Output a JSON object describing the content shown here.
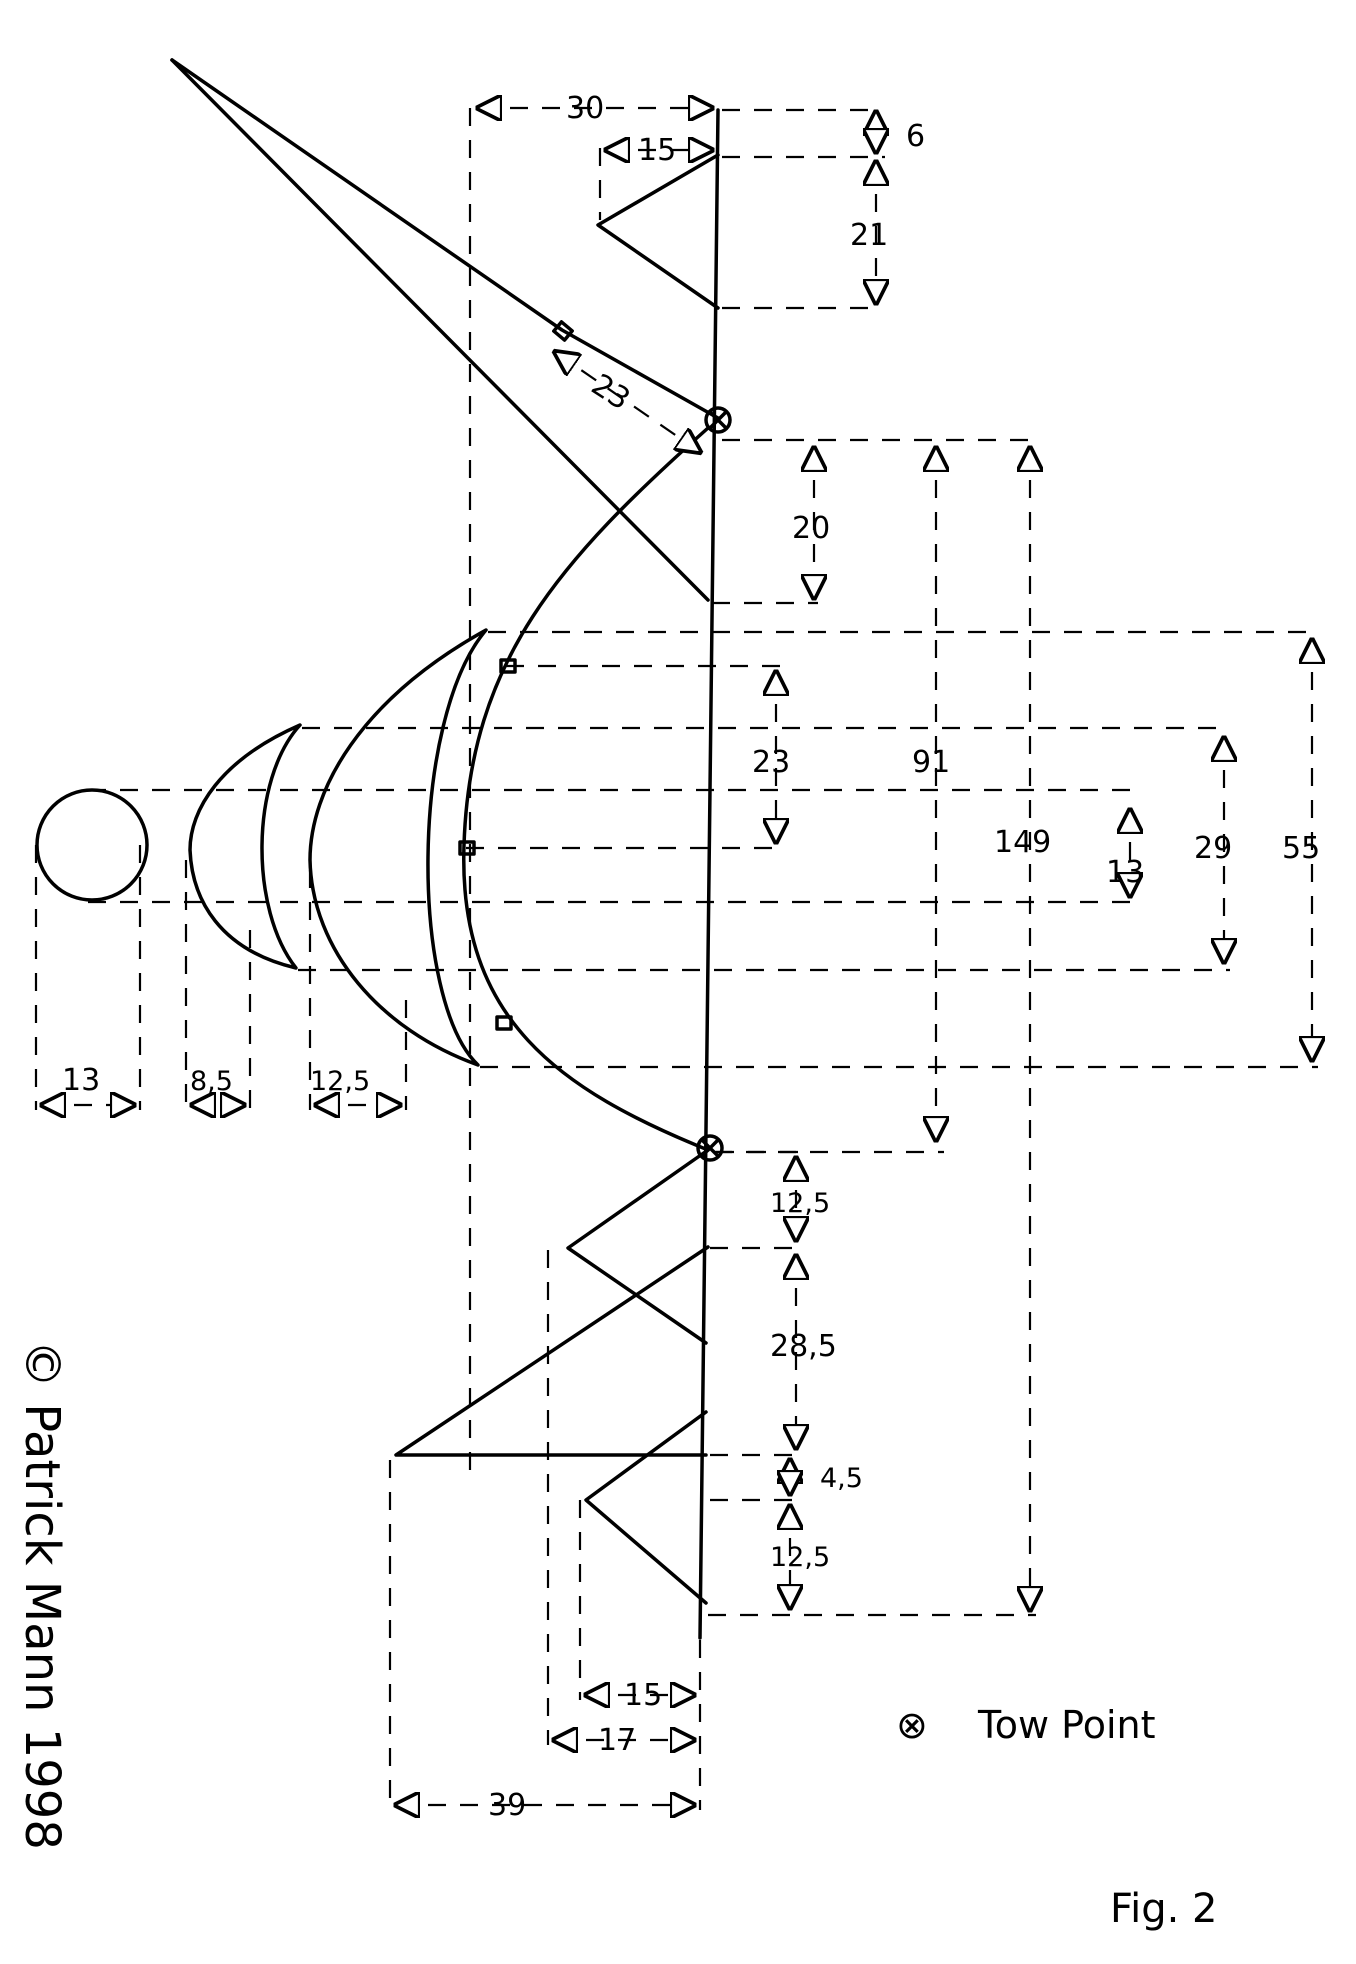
{
  "dimensions": {
    "top_overall_width": "30",
    "top_wing_width": "15",
    "top_gap": "6",
    "top_wing_height": "21",
    "diagonal": "23",
    "below_tow_1": "20",
    "spine_91": "91",
    "spine_149": "149",
    "arc_23": "23",
    "arc_13": "13",
    "arc_29": "29",
    "arc_55": "55",
    "circle_width": "13",
    "crescent_small_width": "8,5",
    "crescent_large_width": "12,5",
    "lower_12_5_a": "12,5",
    "lower_28_5": "28,5",
    "lower_4_5": "4,5",
    "lower_12_5_b": "12,5",
    "bottom_15": "15",
    "bottom_17": "17",
    "bottom_39": "39"
  },
  "legend": {
    "symbol": "⊗",
    "label": "Tow Point"
  },
  "figure_label": "Fig. 2",
  "copyright": "© Patrick Mann 1998"
}
